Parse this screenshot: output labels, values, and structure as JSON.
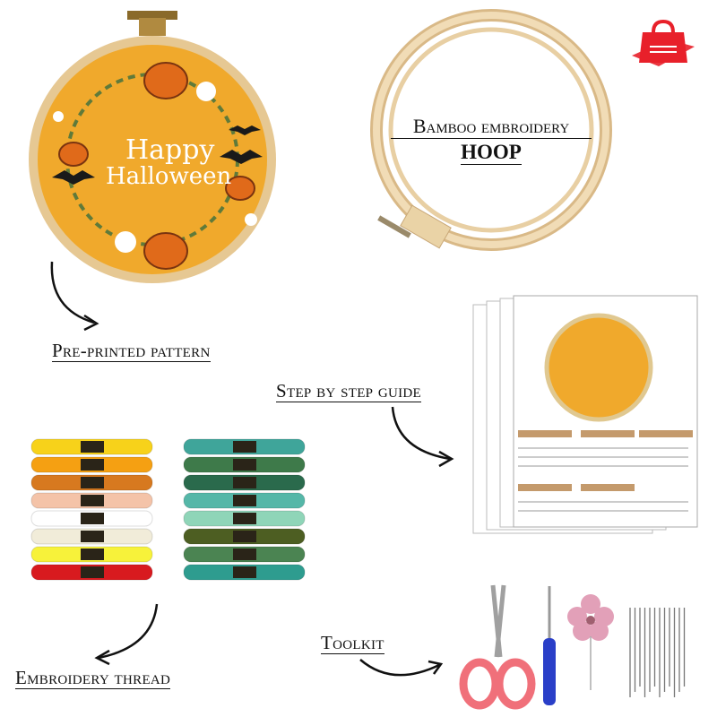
{
  "labels": {
    "hoop_line1": "Bamboo embroidery",
    "hoop_line2": "HOOP",
    "pattern": "Pre-printed pattern",
    "guide": "Step by step guide",
    "thread": "Embroidery thread",
    "toolkit": "Toolkit"
  },
  "pattern_text": [
    "Happy",
    "Halloween"
  ],
  "colors": {
    "fabric": "#f0a92c",
    "hoop_wood": "#e9cfa0",
    "logo_red": "#e8202a",
    "scissor_handle": "#f0707a"
  },
  "threads_left": [
    "#f7d21a",
    "#f5a012",
    "#d7791f",
    "#f4c3a8",
    "#ffffff",
    "#f1ecd9",
    "#f7f23a",
    "#d81a1f"
  ],
  "threads_right": [
    "#3fa59a",
    "#3e7a4a",
    "#2a6a4c",
    "#55b7a8",
    "#8fd5b8",
    "#4d5e22",
    "#4b8452",
    "#2e9c8f"
  ]
}
